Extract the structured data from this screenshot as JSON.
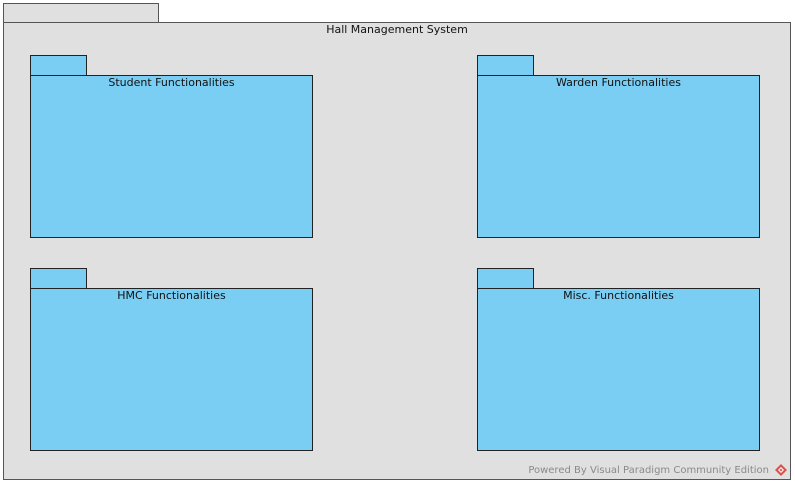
{
  "diagram": {
    "system": {
      "title": "Hall Management System"
    },
    "packages": [
      {
        "title": "Student Functionalities"
      },
      {
        "title": "Warden Functionalities"
      },
      {
        "title": "HMC Functionalities"
      },
      {
        "title": "Misc. Functionalities"
      }
    ],
    "watermark": "Powered By Visual Paradigm Community Edition"
  },
  "colors": {
    "system_fill": "#e0e0e0",
    "package_fill": "#7acef4",
    "logo": "#d9534f"
  }
}
